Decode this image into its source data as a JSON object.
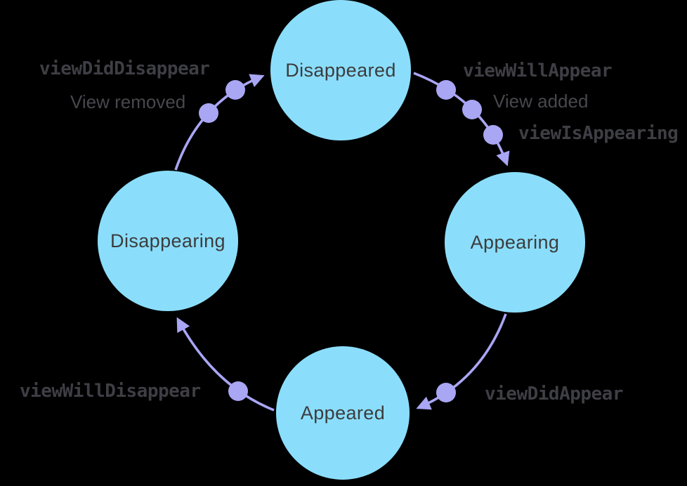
{
  "diagram": {
    "name": "view-lifecycle-state-machine",
    "states": [
      {
        "id": "disappeared",
        "label": "Disappeared"
      },
      {
        "id": "appearing",
        "label": "Appearing"
      },
      {
        "id": "appeared",
        "label": "Appeared"
      },
      {
        "id": "disappearing",
        "label": "Disappearing"
      }
    ],
    "transitions": [
      {
        "from": "disappeared",
        "to": "appearing",
        "methods": [
          "viewWillAppear",
          "viewIsAppearing"
        ],
        "note": "View added",
        "dots": 3
      },
      {
        "from": "appearing",
        "to": "appeared",
        "methods": [
          "viewDidAppear"
        ],
        "note": "",
        "dots": 1
      },
      {
        "from": "appeared",
        "to": "disappearing",
        "methods": [
          "viewWillDisappear"
        ],
        "note": "",
        "dots": 1
      },
      {
        "from": "disappearing",
        "to": "disappeared",
        "methods": [
          "viewDidDisappear"
        ],
        "note": "View removed",
        "dots": 2
      }
    ],
    "colors": {
      "background": "#000000",
      "state_fill": "#8BDEFB",
      "state_text": "#3C3C3E",
      "arrow": "#A9A6F4",
      "code_text": "#3E3E45",
      "note_text": "#47474D"
    }
  }
}
